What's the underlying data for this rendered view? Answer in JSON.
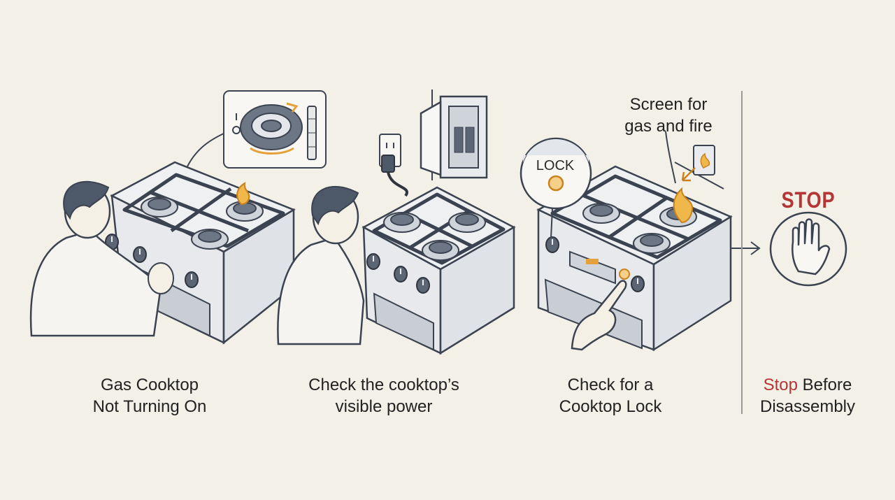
{
  "panels": [
    {
      "line1": "Gas Cooktop",
      "line2": "Not Turning On"
    },
    {
      "line1": "Check the cooktop’s",
      "line2": "visible power"
    },
    {
      "line1": "Check for a",
      "line2": "Cooktop Lock"
    },
    {
      "line1_highlight": "Stop",
      "line1_rest": " Before",
      "line2": "Disassembly"
    }
  ],
  "callout": {
    "line1": "Screen for",
    "line2": "gas and fire"
  },
  "lock_label": "LOCK",
  "stop_sign_text": "STOP",
  "colors": {
    "background": "#f3f0e8",
    "line": "#3b4350",
    "stove_fill": "#eef0f2",
    "flame": "#e6a23a",
    "stop_red": "#b53535"
  },
  "icons": [
    "stove-icon",
    "burner-knob-icon",
    "flame-icon",
    "outlet-icon",
    "plug-icon",
    "breaker-panel-icon",
    "lock-indicator-icon",
    "pointing-hand-icon",
    "arrow-right-icon",
    "stop-hand-icon"
  ]
}
